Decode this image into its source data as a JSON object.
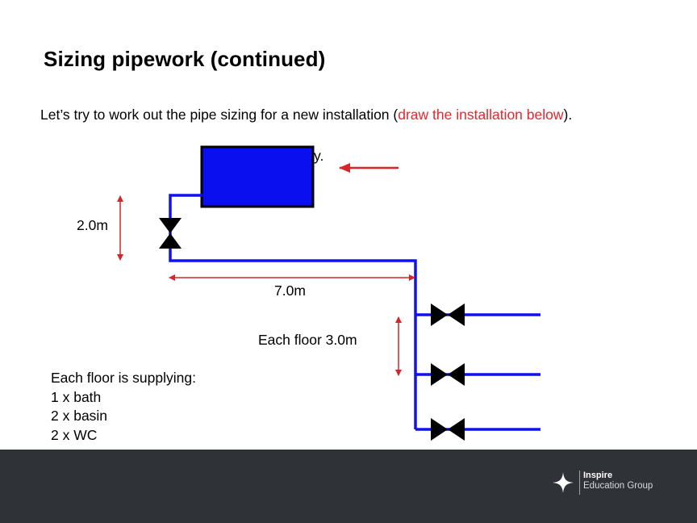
{
  "slide": {
    "title": "Sizing pipework (continued)",
    "intro_prefix": "Let’s try to work out the pipe sizing for a new installation (",
    "intro_highlight": "draw the installation below",
    "intro_suffix": ")."
  },
  "diagram": {
    "tank_trailing_text": "y.",
    "label_height": "2.0m",
    "label_run": "7.0m",
    "label_floor": "Each floor 3.0m",
    "pipe_color": "#1010f0",
    "tank_color": "#0a0ff0",
    "dimension_color": "#d4262b"
  },
  "supply": {
    "heading": "Each floor is supplying:",
    "items": [
      "1 x bath",
      "2 x basin",
      "2 x WC"
    ]
  },
  "footer": {
    "logo_line1": "Inspire",
    "logo_line2": "Education Group"
  }
}
